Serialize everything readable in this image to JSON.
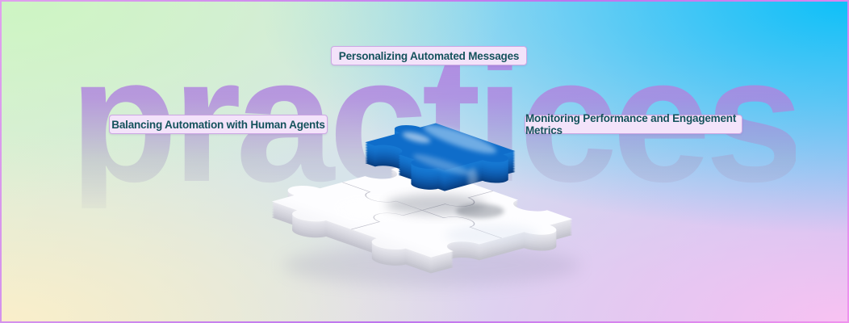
{
  "background_word": "practices",
  "callouts": {
    "top": "Personalizing Automated Messages",
    "left": "Balancing Automation with Human Agents",
    "right": "Monitoring Performance and Engagement Metrics"
  },
  "illustration": {
    "name": "3d-jigsaw-puzzle",
    "description_visible_elements": "four interlocked white puzzle pieces lying flat, one glossy blue puzzle piece resting on top",
    "base_piece_color": "#f2f2f7",
    "blue_piece_color": "#1f82dc"
  },
  "colors": {
    "label_background": "#f3e3fa",
    "label_border": "#cda7e4",
    "label_text": "#14525c",
    "word_purple": "#b482e2",
    "corner_top_left": "#cdf5c3",
    "corner_top_right": "#0ec0f8",
    "corner_bottom_left": "#faeeca",
    "corner_bottom_right": "#f8c2f2",
    "frame_border": "#bd74ee"
  }
}
